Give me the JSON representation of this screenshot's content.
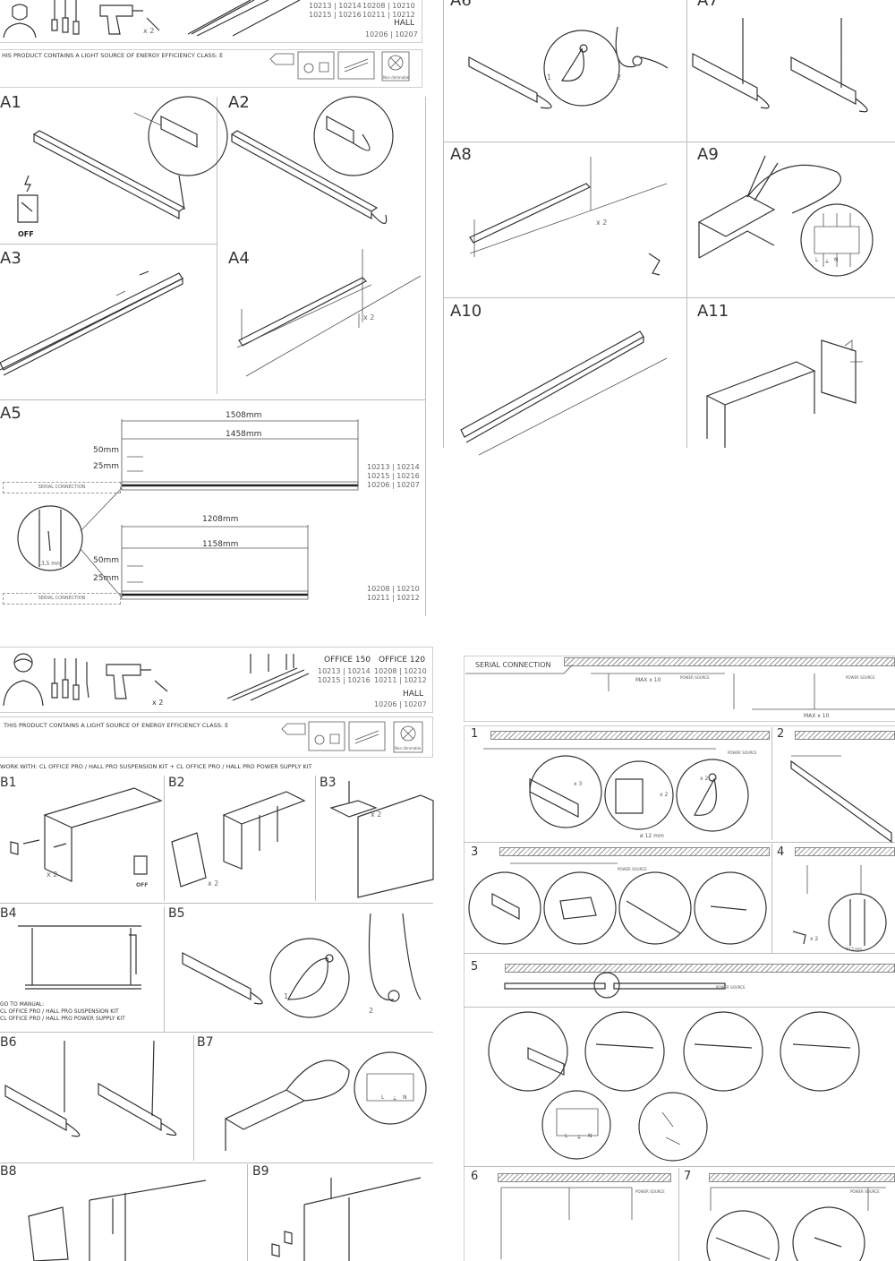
{
  "energy_text": "THIS PRODUCT CONTAINS A LIGHT SOURCE OF ENERGY EFFICIENCY CLASS: E",
  "energy_text_top": "HIS PRODUCT CONTAINS A LIGHT SOURCE OF ENERGY EFFICIENCY CLASS: E",
  "non_dimmable": "Non dimmable",
  "top_codes": {
    "col1": [
      "10213 | 10214",
      "10215 | 10216"
    ],
    "col2": [
      "10208 | 10210",
      "10211 | 10212"
    ],
    "hall": "HALL",
    "hall_codes": "10206 | 10207"
  },
  "header2": {
    "office150": "OFFICE 150",
    "office120": "OFFICE 120",
    "col1": [
      "10213 | 10214",
      "10215 | 10216"
    ],
    "col2": [
      "10208 | 10210",
      "10211 | 10212"
    ],
    "hall": "HALL",
    "hall_codes": "10206 | 10207",
    "x2": "x 2"
  },
  "steps_a": {
    "a1": "A1",
    "a2": "A2",
    "a3": "A3",
    "a4": "A4",
    "a5": "A5",
    "a6": "A6",
    "a7": "A7",
    "a8": "A8",
    "a9": "A9",
    "a10": "A10",
    "a11": "A11"
  },
  "off_label": "OFF",
  "x2": "x 2",
  "one": "1",
  "two": "2",
  "a5_dims": {
    "d1": "1508mm",
    "d2": "1458mm",
    "d3": "50mm",
    "d4": "25mm",
    "d5": "1208mm",
    "d6": "1158mm",
    "d7": "50mm",
    "d8": "25mm",
    "serial": "SERIAL CONNECTION",
    "codes1": [
      "10213 | 10214",
      "10215 | 10216",
      "10206 | 10207"
    ],
    "codes2": [
      "10208 | 10210",
      "10211 | 10212"
    ],
    "gap": "13,5 mm"
  },
  "works_with": "WORK WITH: CL OFFICE PRO / HALL PRO SUSPENSION KIT + CL OFFICE PRO / HALL PRO POWER SUPPLY KIT",
  "steps_b": {
    "b1": "B1",
    "b2": "B2",
    "b3": "B3",
    "b4": "B4",
    "b5": "B5",
    "b6": "B6",
    "b7": "B7",
    "b8": "B8",
    "b9": "B9"
  },
  "goto_manual": [
    "GO TO MANUAL:",
    "CL OFFICE PRO / HALL PRO SUSPENSION KIT",
    "CL OFFICE PRO / HALL PRO POWER SUPPLY KIT"
  ],
  "serial": {
    "title": "SERIAL CONNECTION",
    "max10a": "MAX x 10",
    "max10b": "MAX x 10",
    "power_source": "POWER SOURCE",
    "s1": "1",
    "s2": "2",
    "s3": "3",
    "s4": "4",
    "s5": "5",
    "s6": "6",
    "s7": "7",
    "x3": "x 3",
    "x2": "x 2",
    "drill": "ø 12 mm",
    "gap": "13,5 mm"
  },
  "terminal": {
    "l": "L",
    "n": "N",
    "e": "⏚"
  }
}
